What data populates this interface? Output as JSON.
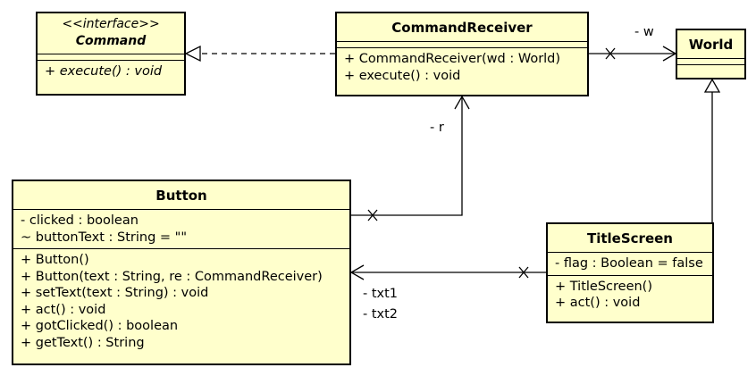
{
  "classes": {
    "command": {
      "stereotype": "<<interface>>",
      "name": "Command",
      "operations": [
        "+ execute() : void"
      ]
    },
    "command_receiver": {
      "name": "CommandReceiver",
      "operations": [
        "+ CommandReceiver(wd : World)",
        "+ execute() : void"
      ]
    },
    "world": {
      "name": "World"
    },
    "button": {
      "name": "Button",
      "attributes": [
        "- clicked : boolean",
        "~ buttonText : String = \"\""
      ],
      "operations": [
        "+ Button()",
        "+ Button(text : String, re : CommandReceiver)",
        "+ setText(text : String) : void",
        "+ act() : void",
        "+ gotClicked() : boolean",
        "+ getText() : String"
      ]
    },
    "title_screen": {
      "name": "TitleScreen",
      "attributes": [
        "- flag : Boolean = false"
      ],
      "operations": [
        "+ TitleScreen()",
        "+ act() : void"
      ]
    }
  },
  "relations": {
    "receiver_world_role": "- w",
    "button_receiver_role": "- r",
    "titlescreen_button_roles": [
      "- txt1",
      "- txt2"
    ]
  }
}
